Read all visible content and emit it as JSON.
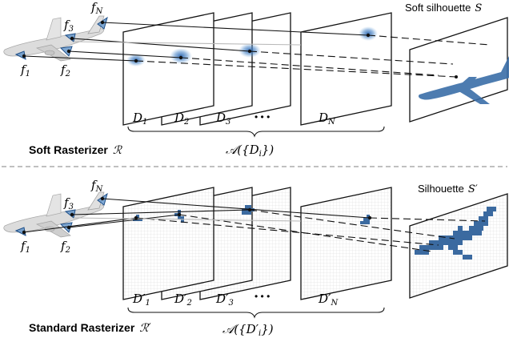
{
  "top": {
    "features": {
      "f1": "f",
      "f2": "f",
      "f3": "f",
      "fN": "f",
      "sub1": "1",
      "sub2": "2",
      "sub3": "3",
      "subN": "N"
    },
    "maps": {
      "d1": "D",
      "d1s": "1",
      "d2": "D",
      "d2s": "2",
      "d3": "D",
      "d3s": "3",
      "dots": "• • •",
      "dN": "D",
      "dNs": "N"
    },
    "aggregate": "𝒜({D",
    "aggregate_sub": "i",
    "aggregate_end": "})",
    "output_label": "Soft silhouette",
    "output_symbol": "S",
    "title": "Soft Rasterizer",
    "title_symbol": "ℛ"
  },
  "bottom": {
    "features": {
      "f1": "f",
      "f2": "f",
      "f3": "f",
      "fN": "f",
      "sub1": "1",
      "sub2": "2",
      "sub3": "3",
      "subN": "N"
    },
    "maps": {
      "d1": "D′",
      "d1s": "1",
      "d2": "D′",
      "d2s": "2",
      "d3": "D′",
      "d3s": "3",
      "dots": "• • •",
      "dN": "D′",
      "dNs": "N"
    },
    "aggregate": "𝒜({D′",
    "aggregate_sub": "i",
    "aggregate_end": "})",
    "output_label": "Silhouette",
    "output_symbol": "S′",
    "title": "Standard Rasterizer",
    "title_symbol": "ℛ′"
  },
  "colors": {
    "accent": "#3f7bc0",
    "plane_edge": "#111111",
    "model": "#d9d9d9"
  }
}
